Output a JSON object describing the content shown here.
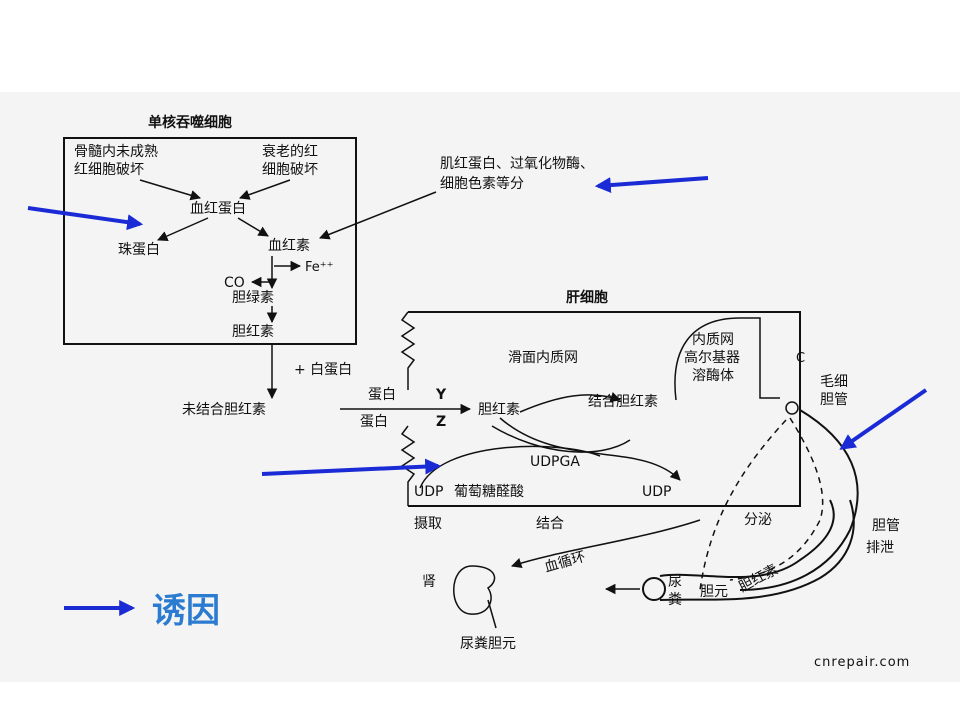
{
  "diagram": {
    "box_monocyte": {
      "title": "单核吞噬细胞",
      "src1_line1": "骨髓内未成熟",
      "src1_line2": "红细胞破坏",
      "src2_line1": "衰老的红",
      "src2_line2": "细胞破坏",
      "hemoglobin": "血红蛋白",
      "globin": "珠蛋白",
      "heme": "血红素",
      "fe": "Fe⁺⁺",
      "co": "CO",
      "biliverdin": "胆绿素",
      "bilirubin": "胆红素"
    },
    "other_sources_line1": "肌红蛋白、过氧化物酶、",
    "other_sources_line2": "细胞色素等分",
    "plus_albumin": "+ 白蛋白",
    "unconjugated": "未结合胆红素",
    "liver": {
      "title": "肝细胞",
      "smooth_er": "滑面内质网",
      "er_line1": "内质网",
      "er_line2": "高尔基器",
      "er_line3": "溶酶体",
      "co_small": "C",
      "protein_y": "蛋白",
      "y": "Y",
      "protein_z": "蛋白",
      "z": "Z",
      "bilirubin": "胆红素",
      "conjugated": "结合胆红素",
      "udpga": "UDPGA",
      "udp_left": "UDP",
      "glucuronic": "葡萄糖醛酸",
      "udp_right": "UDP",
      "stage_uptake": "摄取",
      "stage_conjugation": "结合",
      "stage_secretion": "分泌"
    },
    "capillary_line1": "毛细",
    "capillary_line2": "胆管",
    "bile_duct": "胆管",
    "excretion": "排泄",
    "blood_circulation": "血循环",
    "kidney": "肾",
    "urobilinogen_urine": "尿粪胆元",
    "urobilinogen": "胆元",
    "urine_feces_1": "尿",
    "urine_feces_2": "粪",
    "intestine_bilirubin": "胆红素"
  },
  "legend": {
    "label": "诱因"
  },
  "watermark": "cnrepair.com",
  "colors": {
    "arrow": "#1a2bd6",
    "legend_text": "#2b7bd0",
    "ink": "#111111"
  }
}
